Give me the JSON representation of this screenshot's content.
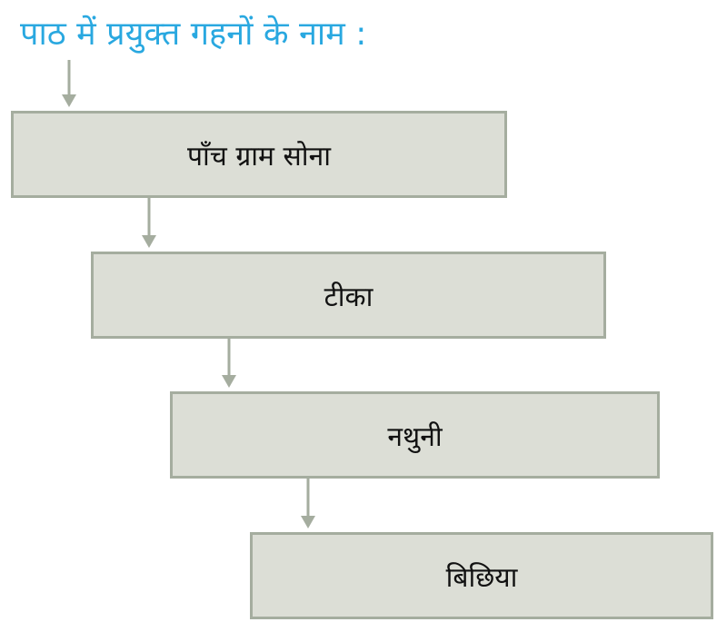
{
  "heading": {
    "text": "पाठ में प्रयुक्त गहनों के नाम :"
  },
  "items": [
    {
      "label": "पाँच ग्राम सोना"
    },
    {
      "label": "टीका"
    },
    {
      "label": "नथुनी"
    },
    {
      "label": "बिछिया"
    }
  ],
  "colors": {
    "heading": "#29a8e0",
    "box_fill": "#dcded6",
    "box_border": "#a5ad9f",
    "arrow": "#a5ad9f",
    "text": "#111111"
  }
}
